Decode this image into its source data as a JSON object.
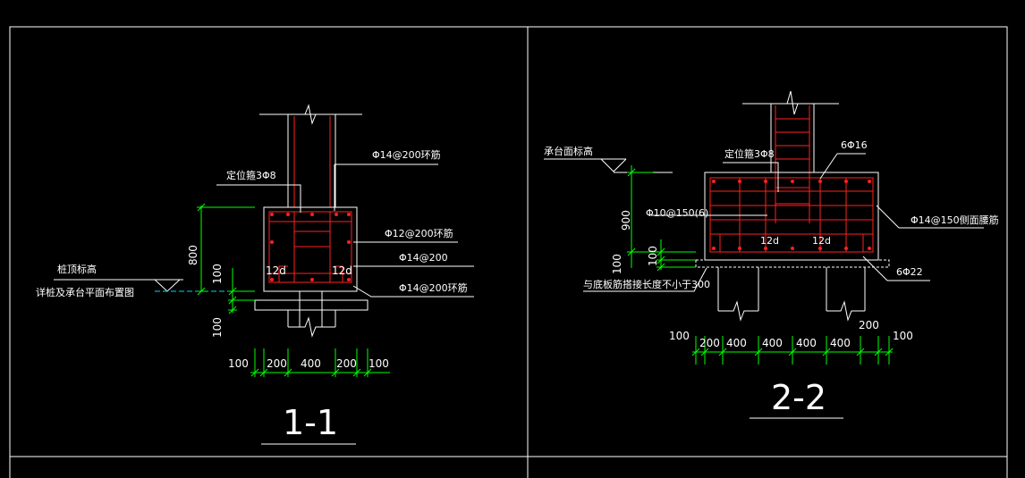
{
  "section_1": {
    "title": "1-1",
    "labels": {
      "locator": "定位箍3Φ8",
      "hoop_top": "Φ14@200环筋",
      "hoop_mid": "Φ12@200环筋",
      "bar": "Φ14@200",
      "hoop_bottom": "Φ14@200环筋",
      "anchor_left": "12d",
      "anchor_right": "12d",
      "pile_top_1": "桩顶标高",
      "pile_top_2": "详桩及承台平面布置图"
    },
    "dims": {
      "v_800": "800",
      "v_100_upper": "100",
      "v_100_lower": "100",
      "h_100_left": "100",
      "h_200_left": "200",
      "h_400": "400",
      "h_200_right": "200",
      "h_100_right": "100"
    }
  },
  "section_2": {
    "title": "2-2",
    "labels": {
      "cap_top": "承台面标高",
      "locator": "定位箍3Φ8",
      "top_bar": "6Φ16",
      "stirrup": "Φ10@150(6)",
      "side_bar": "Φ14@150侧面腰筋",
      "anchor_left": "12d",
      "anchor_right": "12d",
      "bottom_bar": "6Φ22",
      "lap_note": "与底板筋搭接长度不小于300"
    },
    "dims": {
      "v_900": "900",
      "v_100_a": "100",
      "v_100_b": "100",
      "h_100_left": "100",
      "h_200_left": "200",
      "h_400_a": "400",
      "h_400_b": "400",
      "h_400_c": "400",
      "h_400_d": "400",
      "h_200_right": "200",
      "h_100_right": "100"
    }
  },
  "colors": {
    "frame": "#ffffff",
    "rebar": "#ff2020",
    "dimension": "#00ff00",
    "leader": "#ffffff",
    "elevation_line": "#00cfff",
    "background": "#000000"
  }
}
